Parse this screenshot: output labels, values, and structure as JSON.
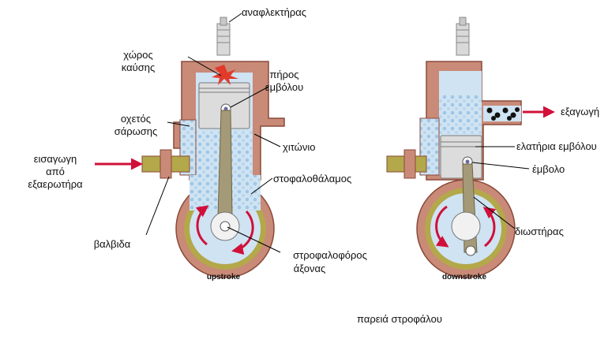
{
  "labels": {
    "spark_plug": "αναφλεκτήρας",
    "combustion_chamber_1": "χώρος",
    "combustion_chamber_2": "καύσης",
    "piston_pin_1": "πήρος",
    "piston_pin_2": "εμβόλου",
    "transfer_port_1": "οχετός",
    "transfer_port_2": "σάρωσης",
    "cylinder_wall": "χιτώνιο",
    "intake_1": "εισαγωγη",
    "intake_2": "από",
    "intake_3": "εξαερωτήρα",
    "crankcase": "στοφαλοθάλαμος",
    "valve": "βαλβιδα",
    "crankshaft_1": "στροφαλοφόρος",
    "crankshaft_2": "άξονας",
    "exhaust": "εξαγωγή",
    "piston_rings": "ελατήρια εμβόλου",
    "piston": "έμβολο",
    "connecting_rod": "διωστήρας",
    "crank_web": "παρειά στροφάλου"
  },
  "captions": {
    "left": "upstroke",
    "right": "downstroke"
  },
  "colors": {
    "casing": "#c98a78",
    "casing_edge": "#8a4a3a",
    "crankcase_ring": "#b3a84a",
    "mixture": "#c9dff0",
    "bubble": "#a9cce8",
    "piston": "#dcdcdc",
    "piston_edge": "#7a7a7a",
    "rod": "#a59a78",
    "arrow": "#d0103a",
    "exhaust_particles": "#111111",
    "flash": "#e23a2a"
  }
}
